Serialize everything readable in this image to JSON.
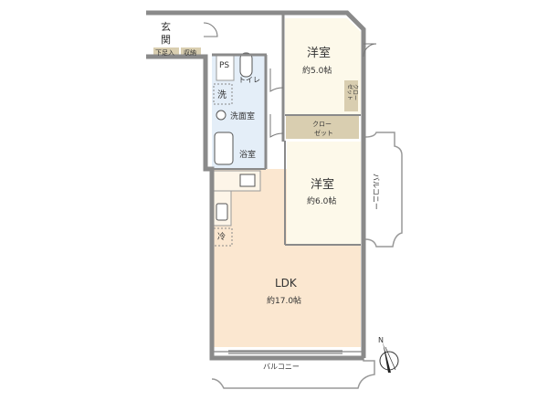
{
  "rooms": {
    "genkan": {
      "label_1": "玄",
      "label_2": "関"
    },
    "shoe_storage": "下足入",
    "storage": "収納",
    "ps": "PS",
    "toilet": "トイレ",
    "washer": "洗",
    "washroom": "洗面室",
    "bathroom": "浴室",
    "western_room_1": {
      "label": "洋室",
      "size": "約5.0帖"
    },
    "small_closet": {
      "label_1": "クロー",
      "label_2": "ゼット"
    },
    "closet": {
      "label_1": "クロー",
      "label_2": "ゼット"
    },
    "western_room_2": {
      "label": "洋室",
      "size": "約6.0帖"
    },
    "fridge": "冷",
    "ldk": {
      "label": "LDK",
      "size": "約17.0帖"
    },
    "balcony_side": "バルコニー",
    "balcony_bottom": "バルコニー"
  },
  "compass": {
    "label": "N"
  },
  "colors": {
    "wall": "#8a8a8a",
    "ldk_floor": "#fbe7d0",
    "western_floor": "#fdf9ea",
    "wet_area": "#e4eef8",
    "closet": "#d9ceb0"
  }
}
